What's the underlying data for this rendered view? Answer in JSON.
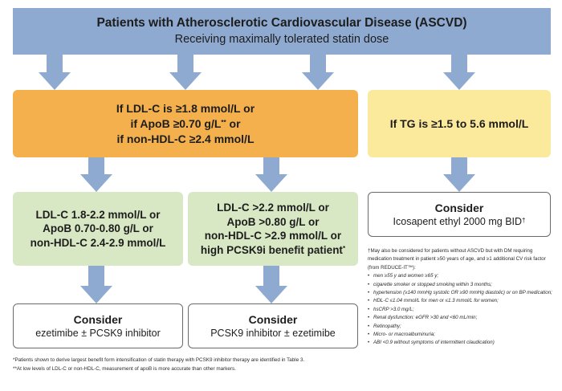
{
  "top": {
    "title": "Patients with Atherosclerotic Cardiovascular Disease (ASCVD)",
    "subtitle": "Receiving maximally tolerated statin dose"
  },
  "ldl_condition": {
    "line1": "If LDL-C is ≥1.8 mmol/L or",
    "line2": "if ApoB ≥0.70 g/L",
    "line2_sup": "**",
    "line2_tail": " or",
    "line3": "if non-HDL-C ≥2.4 mmol/L"
  },
  "tg_condition": {
    "text": "If TG is ≥1.5 to 5.6 mmol/L"
  },
  "green_left": {
    "line1": "LDL-C 1.8-2.2 mmol/L or",
    "line2": "ApoB 0.70-0.80 g/L or",
    "line3": "non-HDL-C 2.4-2.9 mmol/L"
  },
  "green_right": {
    "line1": "LDL-C >2.2 mmol/L or",
    "line2": "ApoB >0.80 g/L or",
    "line3": "non-HDL-C >2.9 mmol/L or",
    "line4": "high PCSK9i benefit patient",
    "line4_sup": "*"
  },
  "consider_left": {
    "heading": "Consider",
    "body": "ezetimibe ± PCSK9 inhibitor"
  },
  "consider_right": {
    "heading": "Consider",
    "body": "PCSK9 inhibitor ± ezetimibe"
  },
  "consider_ipe": {
    "heading": "Consider",
    "body": "Icosapent ethyl 2000 mg BID",
    "body_sup": "†"
  },
  "side_notes": {
    "intro": "†May also be considered for patients without ASCVD but with DM requiring medication treatment in patient ≥50 years of age, and ≥1 additional CV risk factor (from REDUCE-IT™):",
    "items": [
      "men ≥55 y and women ≥65 y;",
      "cigarette smoker or stopped smoking within 3 months;",
      "hypertension (≥140 mmHg systolic OR ≥90 mmHg diastolic) or on BP medication;",
      "HDL-C ≤1.04 mmol/L for men or ≤1.3 mmol/L for women;",
      "hsCRP >3.0 mg/L;",
      "Renal dysfunction: eGFR >30 and <60 mL/min;",
      "Retinopathy;",
      "Micro- or macroalbuminuria;",
      "ABI <0.9 without symptoms of intermittent claudication)"
    ]
  },
  "footnotes": {
    "f1": "*Patients shown to derive largest benefit form intensification of statin therapy with PCSK9 inhibitor therapy are identified in Table 3.",
    "f2": "**At low levels of LDL-C or non-HDL-C, measurement of apoB is more accurate than other markers."
  }
}
